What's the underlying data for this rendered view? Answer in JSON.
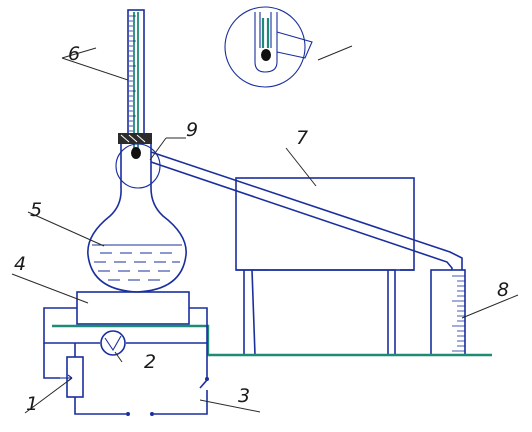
{
  "diagram": {
    "labels": {
      "l1": "1",
      "l2": "2",
      "l3": "3",
      "l4": "4",
      "l5": "5",
      "l6": "6",
      "l7": "7",
      "l8": "8",
      "l9": "9"
    },
    "colors": {
      "line": "#1a2f9e",
      "accent": "#1f8a78",
      "cork": "#2b2b2b",
      "text": "#1a1a1a"
    }
  }
}
